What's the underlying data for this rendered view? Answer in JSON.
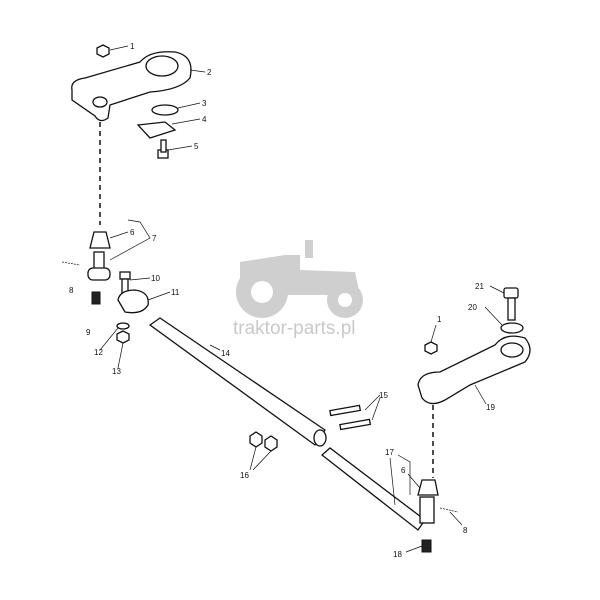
{
  "diagram": {
    "watermark": "traktor-parts.pl",
    "callouts": {
      "c1a": "1",
      "c2": "2",
      "c3": "3",
      "c4": "4",
      "c5": "5",
      "c6a": "6",
      "c7": "7",
      "c8a": "8",
      "c9": "9",
      "c10": "10",
      "c11": "11",
      "c12": "12",
      "c13": "13",
      "c14": "14",
      "c15": "15",
      "c16": "16",
      "c17": "17",
      "c6b": "6",
      "c8b": "8",
      "c18": "18",
      "c1b": "1",
      "c19": "19",
      "c20": "20",
      "c21": "21"
    },
    "colors": {
      "line": "#111111",
      "watermark": "#c9c9c9"
    }
  }
}
